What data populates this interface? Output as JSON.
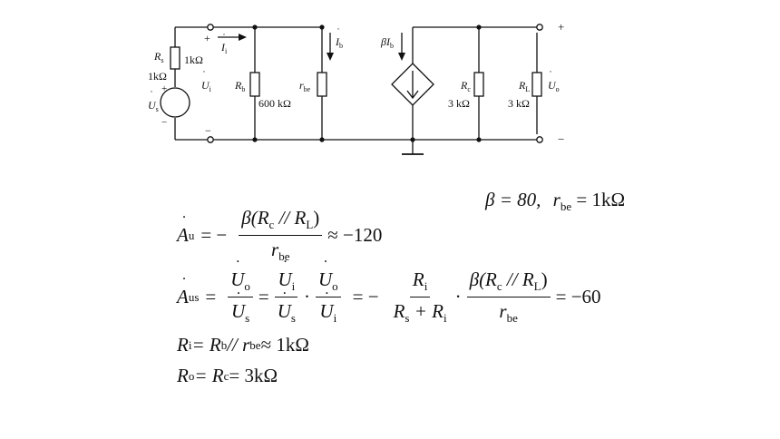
{
  "circuit": {
    "plus_top_left": "+",
    "minus_bottom_left": "−",
    "plus_right": "+",
    "minus_right": "−",
    "source_R": "R",
    "source_R_sub": "s",
    "source_R_value": "1kΩ",
    "source_R_value2": "1kΩ",
    "source_V": "U",
    "source_V_sub": "s",
    "input_current": "I",
    "input_current_sub": "i",
    "input_voltage": "U",
    "input_voltage_sub": "i",
    "Rb": "R",
    "Rb_sub": "b",
    "Rb_value": "600 kΩ",
    "rbe": "r",
    "rbe_sub": "be",
    "base_current": "I",
    "base_current_sub": "b",
    "controlled_source": "βI",
    "controlled_source_sub": "b",
    "Rc": "R",
    "Rc_sub": "c",
    "Rc_value": "3 kΩ",
    "RL": "R",
    "RL_sub": "L",
    "RL_value": "3 kΩ",
    "output_voltage": "U",
    "output_voltage_sub": "o"
  },
  "params": {
    "beta": "β = 80,",
    "rbe_label": "r",
    "rbe_sub": "be",
    "rbe_value": " = 1kΩ"
  },
  "equations": {
    "Au": {
      "lhs": "A",
      "lhs_sub": "u",
      "eq": "= −",
      "num": "β(R",
      "num_sub1": "c",
      "num_mid": " // R",
      "num_sub2": "L",
      "num_end": ")",
      "den": "r",
      "den_sub": "be",
      "rhs": "≈ −120"
    },
    "Aus": {
      "lhs": "A",
      "lhs_sub": "us",
      "f1_num": "U",
      "f1_num_sub": "o",
      "f1_den": "U",
      "f1_den_sub": "s",
      "f2_num": "U",
      "f2_num_sub": "i",
      "f2_den": "U",
      "f2_den_sub": "s",
      "f3_num": "U",
      "f3_num_sub": "o",
      "f3_den": "U",
      "f3_den_sub": "i",
      "eq": "=",
      "dot": "·",
      "eq_minus": "= −",
      "f4_num": "R",
      "f4_num_sub": "i",
      "f4_den_a": "R",
      "f4_den_a_sub": "s",
      "f4_den_plus": " + R",
      "f4_den_b_sub": "i",
      "f5_num": "β(R",
      "f5_num_sub1": "c",
      "f5_num_mid": " // R",
      "f5_num_sub2": "L",
      "f5_num_end": ")",
      "f5_den": "r",
      "f5_den_sub": "be",
      "rhs": "= −60"
    },
    "Ri": {
      "lhs": "R",
      "lhs_sub": "i",
      "eq1": " = R",
      "b_sub": "b",
      "par": " // r",
      "be_sub": "be",
      "rhs": " ≈ 1kΩ"
    },
    "Ro": {
      "lhs": "R",
      "lhs_sub": "o",
      "eq1": " = R",
      "c_sub": "c",
      "rhs": " = 3kΩ"
    }
  }
}
